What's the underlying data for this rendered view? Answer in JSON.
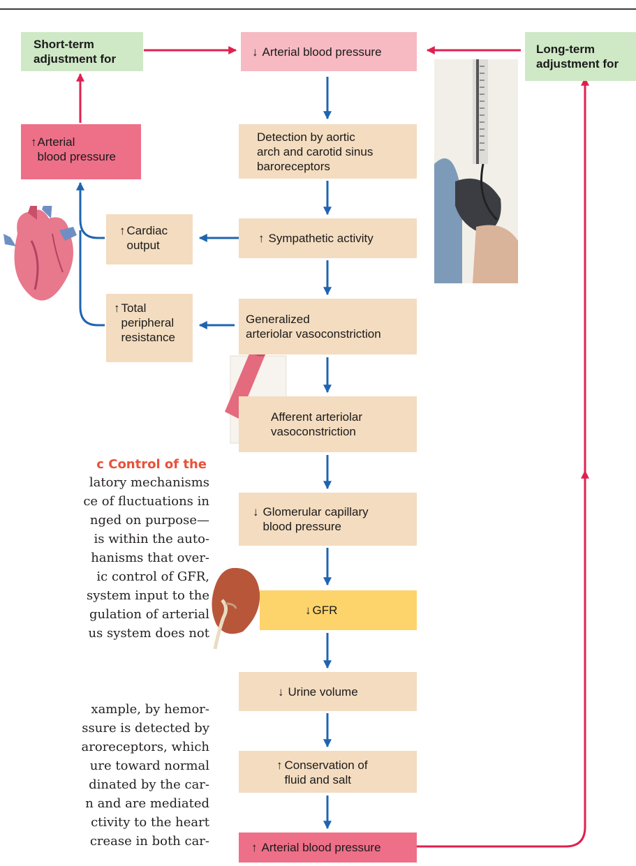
{
  "diagram": {
    "top_center": {
      "glyph": "↓",
      "label": "Arterial blood pressure"
    },
    "short_term": {
      "label": "Short-term\nadjustment for"
    },
    "long_term": {
      "label": "Long-term\nadjustment for"
    },
    "detection": {
      "label": "Detection by aortic\narch and carotid sinus\nbaroreceptors"
    },
    "sympathetic": {
      "glyph": "↑",
      "label": "Sympathetic activity"
    },
    "vasoconstriction": {
      "label": "Generalized\narteriolar vasoconstriction"
    },
    "afferent": {
      "label": "Afferent arteriolar\nvasoconstriction"
    },
    "glomerular": {
      "glyph": "↓",
      "label": "Glomerular capillary\nblood pressure"
    },
    "gfr": {
      "glyph": "↓",
      "label": "GFR"
    },
    "urine": {
      "glyph": "↓",
      "label": "Urine volume"
    },
    "conservation": {
      "glyph": "↑",
      "label": "Conservation of\nfluid and salt"
    },
    "bottom_center": {
      "glyph": "↑",
      "label": "Arterial blood pressure"
    },
    "left_pressure": {
      "glyph": "↑",
      "label": "Arterial\nblood pressure"
    },
    "cardiac": {
      "glyph": "↑",
      "label": "Cardiac\noutput"
    },
    "resistance": {
      "glyph": "↑",
      "label": "Total\nperipheral\nresistance"
    }
  },
  "text": {
    "heading": "c Control of the",
    "para1": [
      "latory mechanisms",
      "ce of fluctuations in",
      "nged on purpose—",
      " is within the auto-",
      "hanisms that over-",
      "ic control of GFR,",
      "system input to the",
      "gulation of arterial",
      "us system does not"
    ],
    "para2": [
      "xample, by hemor-",
      "ssure is detected by",
      "aroreceptors, which",
      "ure toward normal",
      "dinated by the car-",
      "n and are mediated",
      "ctivity to the heart",
      "crease in both car-"
    ]
  },
  "colors": {
    "red_arrow": "#e0204f",
    "blue_arrow": "#1f64b0",
    "tan": "#f4dcc0",
    "pink": "#f7b9c2",
    "red_box": "#ee6f88",
    "yellow": "#fdd36b",
    "green": "#cfe8c6",
    "heading": "#e8513a"
  },
  "icons": [
    "heart-illustration",
    "blood-vessel-illustration",
    "kidney-illustration",
    "sphygmomanometer-photo"
  ]
}
